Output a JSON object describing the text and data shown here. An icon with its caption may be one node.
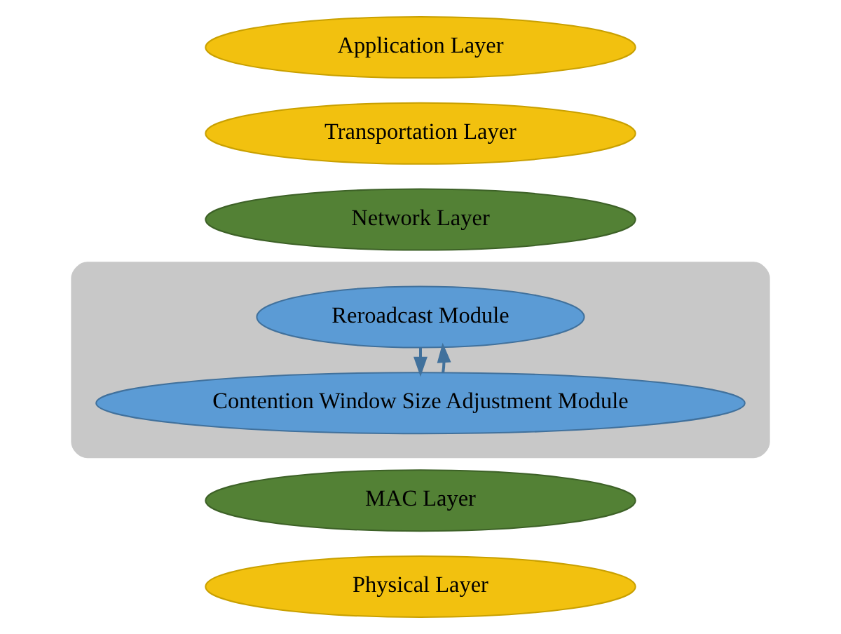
{
  "diagram": {
    "nodes": [
      {
        "text": [
          "Application Layer"
        ]
      },
      {
        "text": [
          "Transportation Layer"
        ]
      },
      {
        "text": [
          "Network Layer"
        ]
      },
      {
        "text": [],
        "shape": "box"
      },
      {
        "text": [
          "Reroadcast Module"
        ],
        "in": 3
      },
      {
        "text": [
          "Contention Window Size Adjustment Module"
        ],
        "in": 3
      },
      {
        "text": [
          "MAC Layer"
        ]
      },
      {
        "text": [
          "Physical Layer"
        ]
      }
    ],
    "edges": [
      {
        "from": 4,
        "to": 5,
        "arrow": "to"
      },
      {
        "from": 5,
        "to": 4,
        "arrow": "to"
      }
    ]
  }
}
